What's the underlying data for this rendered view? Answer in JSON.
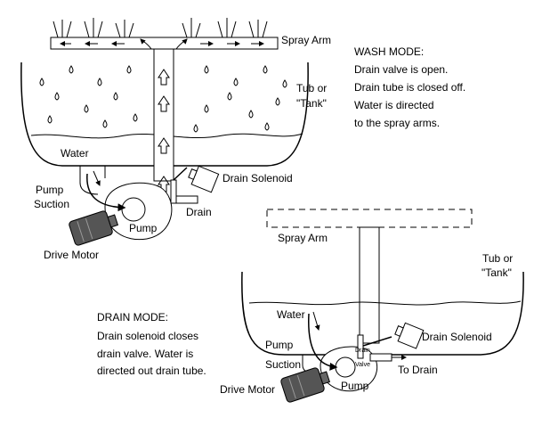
{
  "wash": {
    "spray_arm": "Spray Arm",
    "tub_1": "Tub or",
    "tub_2": "\"Tank\"",
    "water": "Water",
    "pump_suction_1": "Pump",
    "pump_suction_2": "Suction",
    "pump": "Pump",
    "drain_solenoid": "Drain Solenoid",
    "drain": "Drain",
    "drive_motor": "Drive Motor",
    "mode_title": "WASH MODE:",
    "mode_lines": [
      "Drain valve is open.",
      "Drain tube is closed off.",
      "Water is directed",
      "to the spray arms."
    ]
  },
  "drain_mode": {
    "spray_arm": "Spray Arm",
    "tub_1": "Tub or",
    "tub_2": "\"Tank\"",
    "water": "Water",
    "pump_suction_1": "Pump",
    "pump_suction_2": "Suction",
    "pump": "Pump",
    "drain_solenoid": "Drain Solenoid",
    "drain_small": "Drain",
    "valve_small": "Valve",
    "to_drain": "To Drain",
    "drive_motor": "Drive Motor",
    "mode_title": "DRAIN MODE:",
    "mode_lines": [
      "Drain solenoid closes",
      "drain valve. Water is",
      "directed out drain tube."
    ]
  }
}
